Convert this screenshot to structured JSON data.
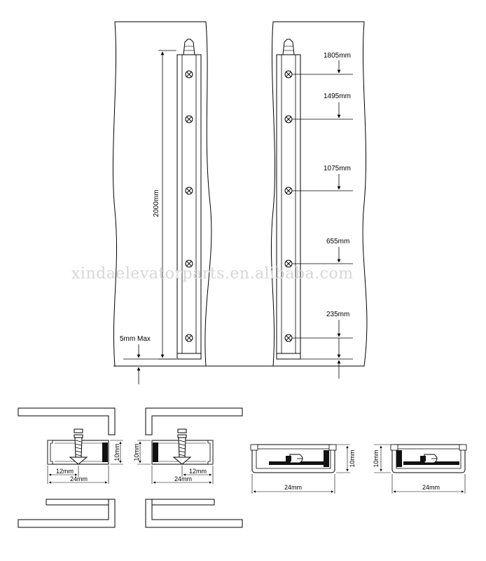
{
  "watermark": "xindaelevatorparts.en.alibaba.com",
  "elevation": {
    "height_label": "2000mm",
    "gap_label": "5mm Max",
    "hole_labels": [
      "1805mm",
      "1495mm",
      "1075mm",
      "655mm",
      "235mm"
    ]
  },
  "sections": {
    "dim_12": "12mm",
    "dim_24": "24mm",
    "dim_10": "10mm"
  },
  "colors": {
    "line": "#000000",
    "fill_dark": "#111111",
    "fill_light": "#ffffff",
    "watermark": "#d7d7d7"
  }
}
